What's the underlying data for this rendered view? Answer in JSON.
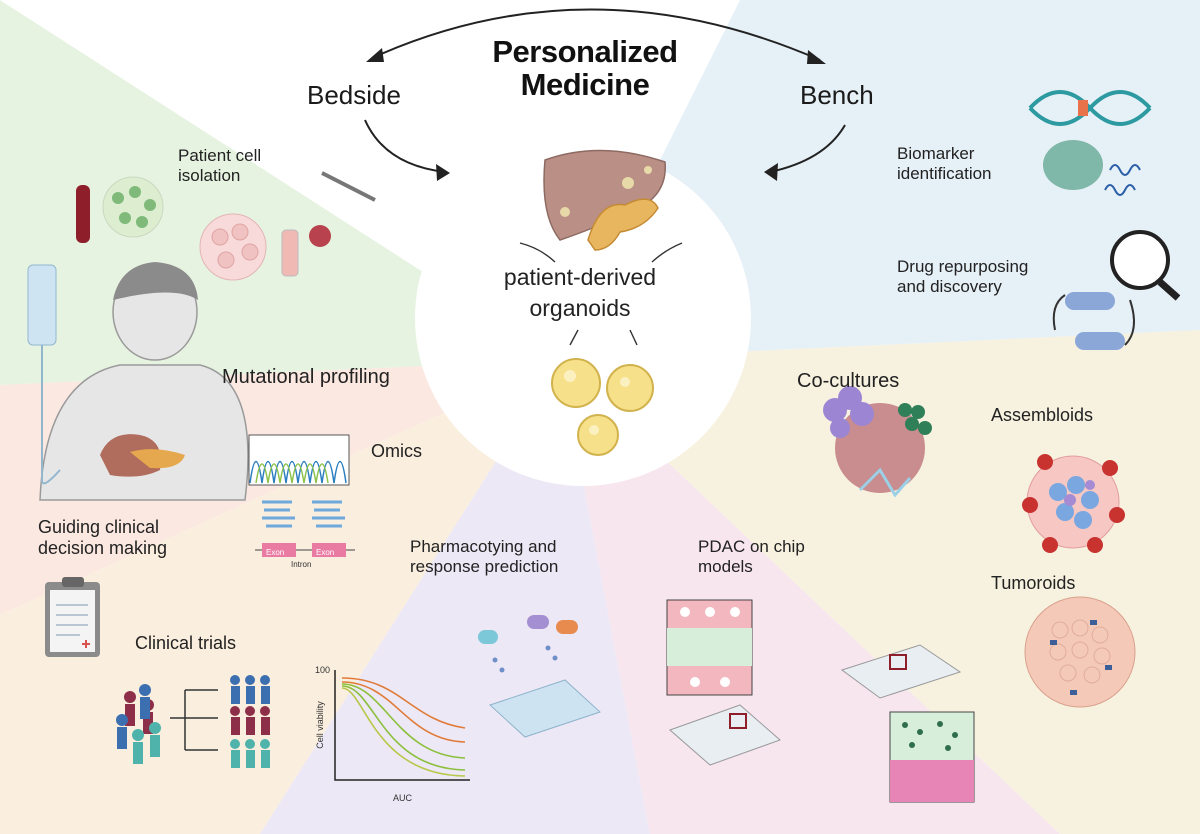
{
  "title": "Personalized\nMedicine",
  "cycle": {
    "bedside": "Bedside",
    "bench": "Bench"
  },
  "center": {
    "label": "patient-derived\norganoids"
  },
  "labels": {
    "patient_cell_isolation": "Patient cell\nisolation",
    "mutational_profiling": "Mutational profiling",
    "omics": "Omics",
    "guiding_clinical": "Guiding clinical\ndecision making",
    "clinical_trials": "Clinical trials",
    "pharmacotyping": "Pharmacotying and\nresponse prediction",
    "pdac_chip": "PDAC on chip\nmodels",
    "co_cultures": "Co-cultures",
    "assembloids": "Assembloids",
    "tumoroids": "Tumoroids",
    "biomarker": "Biomarker\nidentification",
    "drug_repurposing": "Drug repurposing\nand discovery"
  },
  "omics": {
    "exon": "Exon",
    "intron": "Intron"
  },
  "plot": {
    "ylabel": "Cell viability",
    "xlabel": "AUC",
    "ytick": "100"
  },
  "colors": {
    "wedge_green": "#e7f3e1",
    "wedge_red": "#fbe8e1",
    "wedge_orange": "#faeede",
    "wedge_purple": "#ede8f6",
    "wedge_pink": "#f8e6ee",
    "wedge_yellow": "#f7f2df",
    "wedge_blue": "#e6f0f7"
  }
}
